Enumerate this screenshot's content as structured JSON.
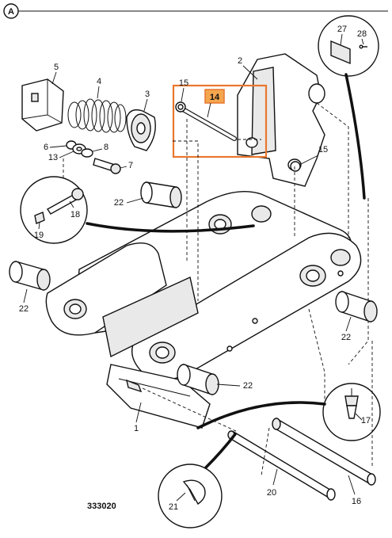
{
  "view_marker": "A",
  "drawing_number": "333020",
  "highlight_color": "#e8772e",
  "highlighted_part": "14",
  "parts": {
    "p1": "1",
    "p2": "2",
    "p3": "3",
    "p4": "4",
    "p5": "5",
    "p6": "6",
    "p7": "7",
    "p8": "8",
    "p13": "13",
    "p14": "14",
    "p15a": "15",
    "p15b": "15",
    "p16": "16",
    "p17": "17",
    "p18": "18",
    "p19": "19",
    "p20": "20",
    "p21": "21",
    "p22a": "22",
    "p22b": "22",
    "p22c": "22",
    "p22d": "22",
    "p27": "27",
    "p28": "28"
  }
}
